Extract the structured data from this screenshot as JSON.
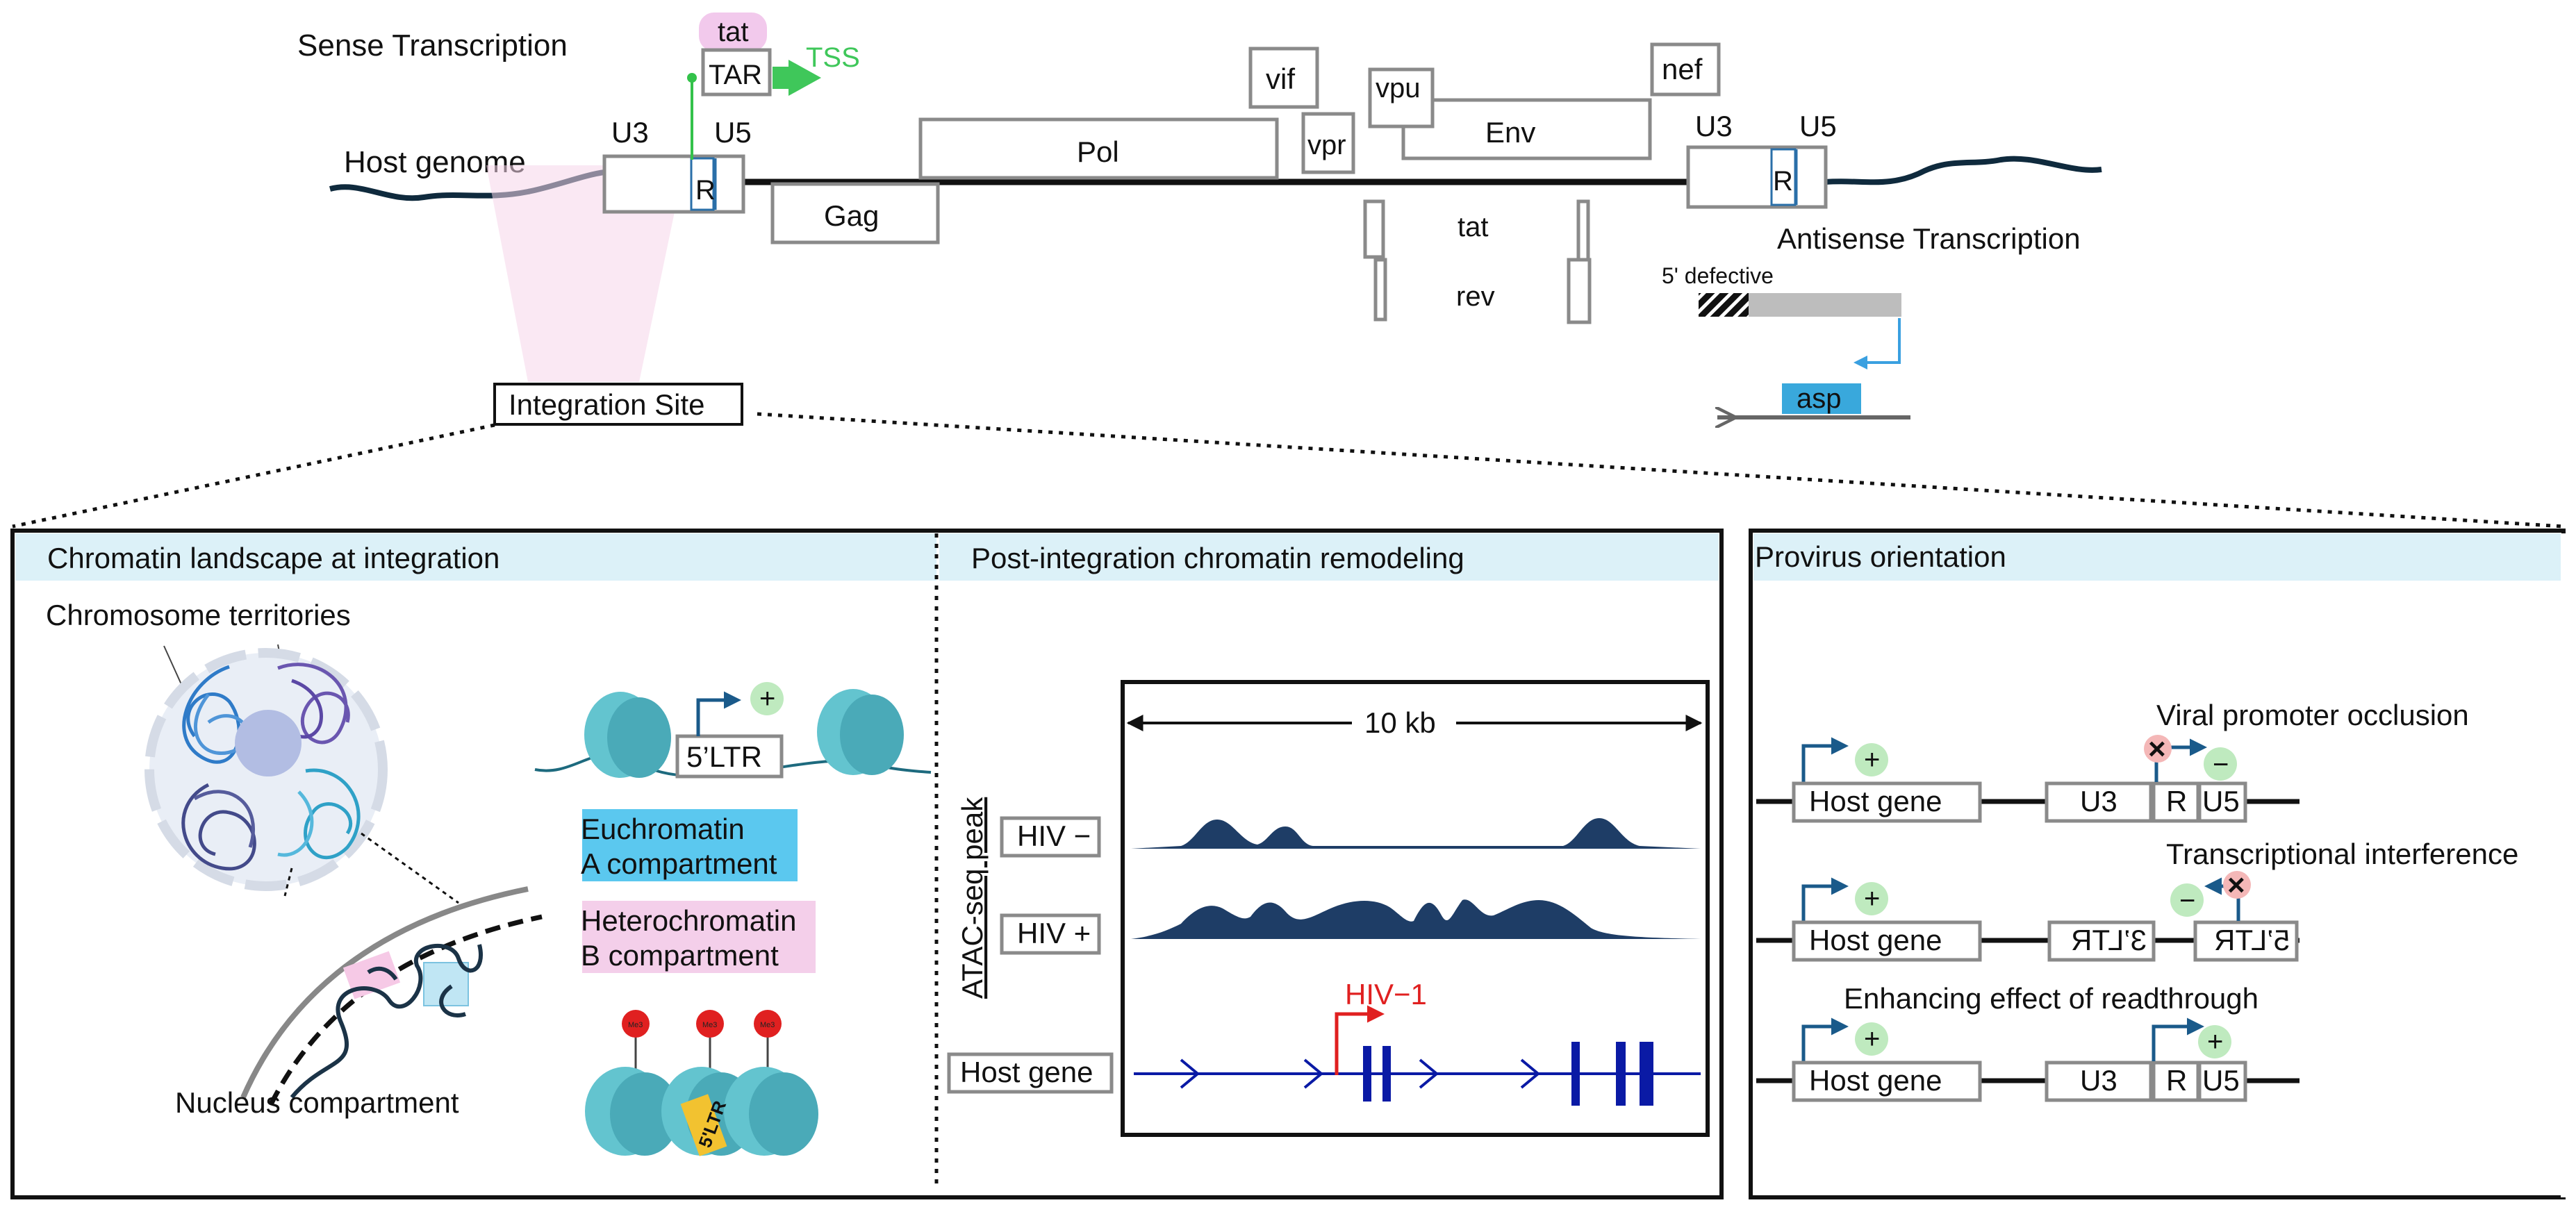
{
  "genome": {
    "sense_transcription": "Sense Transcription",
    "antisense_transcription": "Antisense Transcription",
    "host_genome": "Host genome",
    "tat_top": "tat",
    "tar": "TAR",
    "tss": "TSS",
    "u3_left": "U3",
    "u5_left": "U5",
    "r_left": "R",
    "u3_right": "U3",
    "u5_right": "U5",
    "r_right": "R",
    "gag": "Gag",
    "pol": "Pol",
    "vif": "vif",
    "vpr": "vpr",
    "vpu": "vpu",
    "env": "Env",
    "nef": "nef",
    "tat_exon": "tat",
    "rev_exon": "rev",
    "defective": "5' defective",
    "asp": "asp",
    "integration_site": "Integration Site"
  },
  "panel_chromatin": {
    "title": "Chromatin landscape at integration",
    "territories": "Chromosome territories",
    "nucleus": "Nucleus compartment",
    "ltr_label": "5’LTR",
    "plus": "+",
    "euchromatin_line1": "Euchromatin",
    "euchromatin_line2": "A compartment",
    "heterochromatin_line1": "Heterochromatin",
    "heterochromatin_line2": "B compartment",
    "mark": "Me3",
    "ltr_tag": "5'LTR",
    "colors": {
      "euchromatin": "#5bc8ef",
      "heterochromatin": "#f4cfea",
      "nucleosome": "#63c4cf"
    }
  },
  "panel_remodeling": {
    "title": "Post-integration chromatin remodeling",
    "scale": "10 kb",
    "ylabel": "ATAC-seq peak",
    "hiv_neg": "HIV −",
    "hiv_pos": "HIV +",
    "host_gene": "Host gene",
    "hiv1": "HIV−1",
    "colors": {
      "peak": "#1e3d66",
      "gene": "#0a1aa5",
      "hiv": "#e02020"
    }
  },
  "panel_orientation": {
    "title": "Provirus orientation",
    "occlusion": "Viral promoter occlusion",
    "interference": "Transcriptional interference",
    "readthrough": "Enhancing effect of readthrough",
    "host_gene": "Host gene",
    "u3": "U3",
    "r": "R",
    "u5": "U5",
    "ltr3": "3’LTR",
    "ltr5": "5’LTR",
    "plus": "+",
    "minus": "−",
    "block": "×"
  }
}
